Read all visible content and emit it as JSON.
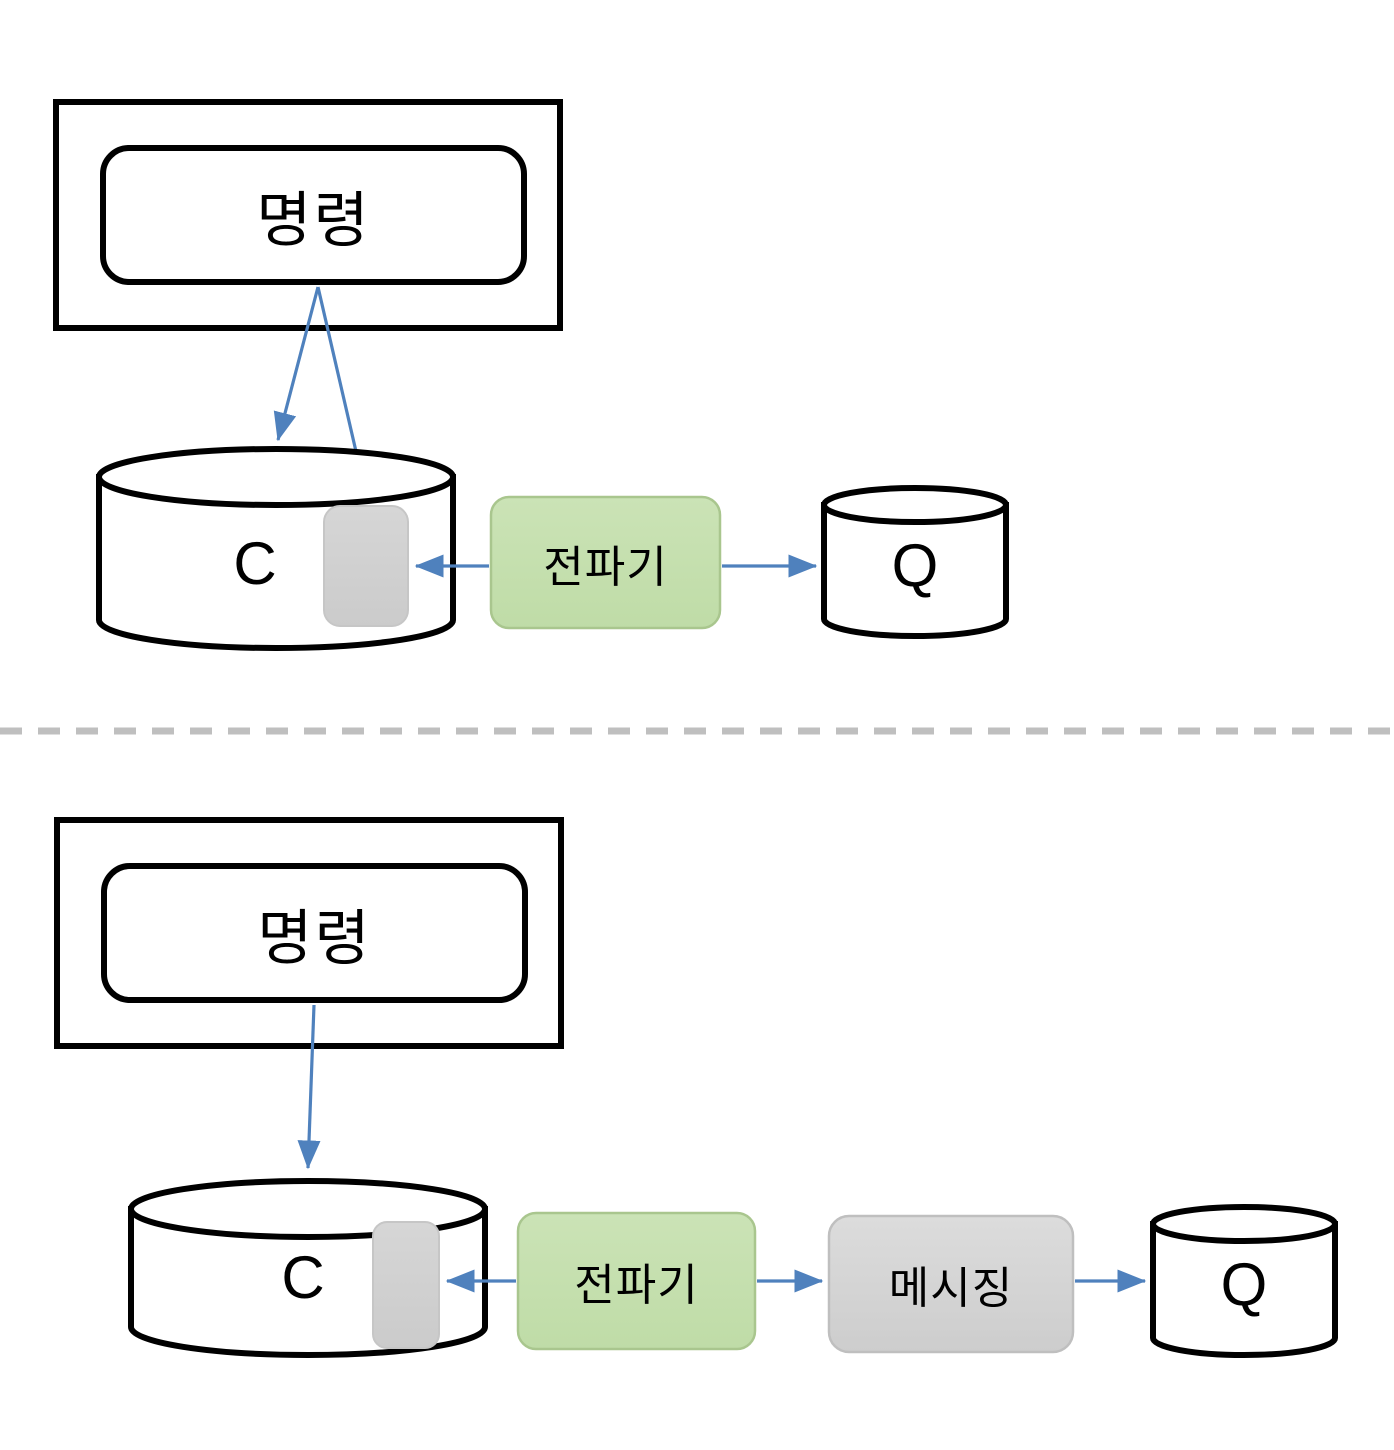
{
  "diagram": {
    "title": "command-propagation-architecture",
    "colors": {
      "stroke_black": "#000000",
      "arrow_blue": "#4F81BD",
      "green_fill": "#C5E0B3",
      "green_stroke": "#A9C68E",
      "gray_fill": "#D3D3D3",
      "gray_stroke": "#BFBFBF",
      "divider_gray": "#BFBFBF",
      "background": "#FFFFFF"
    },
    "divider": {
      "style": "dashed",
      "name": "section-divider"
    },
    "sections": [
      {
        "id": "top",
        "name": "variant-direct-propagation",
        "nodes": {
          "outer_box": {
            "label": ""
          },
          "command_box": {
            "label": "명령"
          },
          "command_cylinder": {
            "label": "C"
          },
          "command_cylinder_inner": {
            "label": ""
          },
          "propagator": {
            "label": "전파기"
          },
          "query_cylinder": {
            "label": "Q"
          }
        },
        "edges": [
          {
            "from": "명령",
            "to": "C",
            "direction": "down"
          },
          {
            "from": "명령",
            "to": "C-inner",
            "direction": "down"
          },
          {
            "from": "전파기",
            "to": "C-inner",
            "direction": "left"
          },
          {
            "from": "전파기",
            "to": "Q",
            "direction": "right"
          }
        ]
      },
      {
        "id": "bottom",
        "name": "variant-messaging-propagation",
        "nodes": {
          "outer_box": {
            "label": ""
          },
          "command_box": {
            "label": "명령"
          },
          "command_cylinder": {
            "label": "C"
          },
          "command_cylinder_inner": {
            "label": ""
          },
          "propagator": {
            "label": "전파기"
          },
          "messaging": {
            "label": "메시징"
          },
          "query_cylinder": {
            "label": "Q"
          }
        },
        "edges": [
          {
            "from": "명령",
            "to": "C",
            "direction": "down"
          },
          {
            "from": "전파기",
            "to": "C-inner",
            "direction": "left"
          },
          {
            "from": "전파기",
            "to": "메시징",
            "direction": "right"
          },
          {
            "from": "메시징",
            "to": "Q",
            "direction": "right"
          }
        ]
      }
    ]
  }
}
